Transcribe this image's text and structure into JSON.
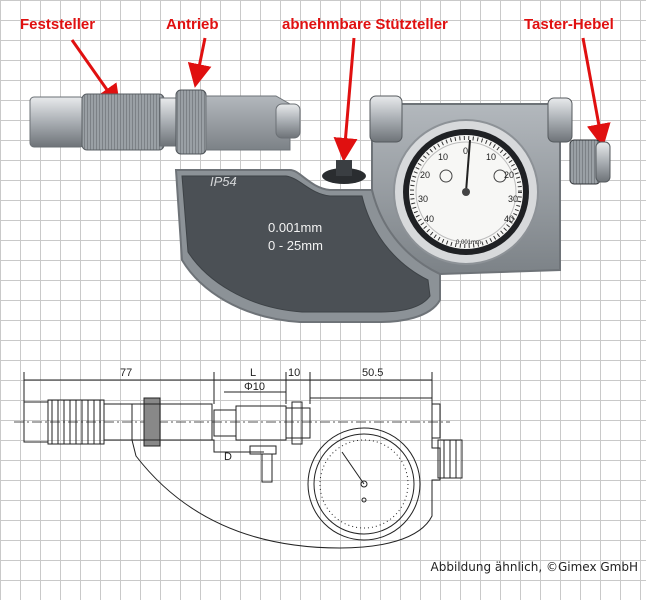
{
  "callouts": {
    "feststeller": "Feststeller",
    "antrieb": "Antrieb",
    "stuetzteller": "abnehmbare Stützteller",
    "taster_hebel": "Taster-Hebel"
  },
  "instrument": {
    "ip_rating": "IP54",
    "resolution": "0.001mm",
    "range": "0 - 25mm"
  },
  "dial": {
    "labels_left": [
      "10",
      "20",
      "30",
      "40"
    ],
    "label_top": "0",
    "labels_right": [
      "10",
      "20",
      "30",
      "40"
    ],
    "subtitle": "0.001mm"
  },
  "drawing": {
    "dim_total_left": "77",
    "dim_l": "L",
    "dim_10": "10",
    "dim_right": "50.5",
    "dim_phi": "Φ10",
    "label_d": "D"
  },
  "footer": "Abbildung ähnlich, ©Gimex GmbH",
  "colors": {
    "callout": "#e01010",
    "body_gray": "#8b9197",
    "frame_dark": "#4a4f54"
  }
}
